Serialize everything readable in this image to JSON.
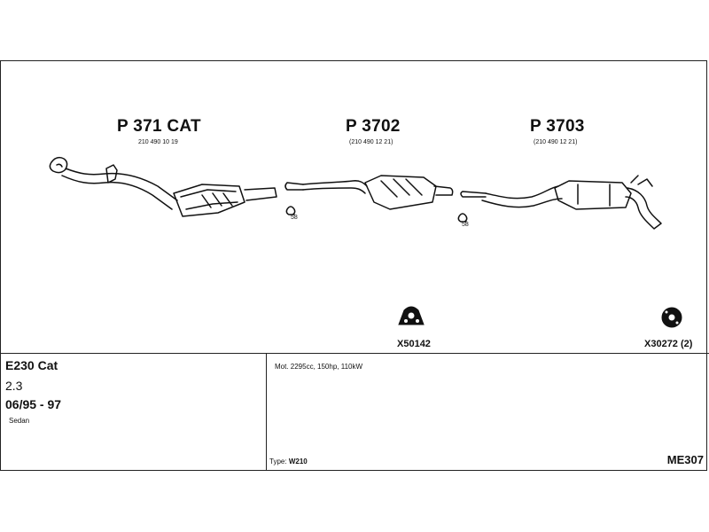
{
  "parts": [
    {
      "title": "P 371 CAT",
      "ref": "210 490 10 19"
    },
    {
      "title": "P 3702",
      "ref": "(210 490 12 21)"
    },
    {
      "title": "P 3703",
      "ref": "(210 490 12 21)"
    }
  ],
  "clamps": [
    {
      "number": "58"
    },
    {
      "number": "58"
    }
  ],
  "hangers": [
    {
      "label": "X50142"
    },
    {
      "label": "X30272 (2)"
    }
  ],
  "vehicle": {
    "model": "E230 Cat",
    "engine": "2.3",
    "years": "06/95 - 97",
    "body": "Sedan"
  },
  "specs": {
    "motor": "Mot. 2295cc, 150hp, 110kW",
    "type_label": "Type:",
    "type_value": "W210",
    "code": "ME307"
  }
}
